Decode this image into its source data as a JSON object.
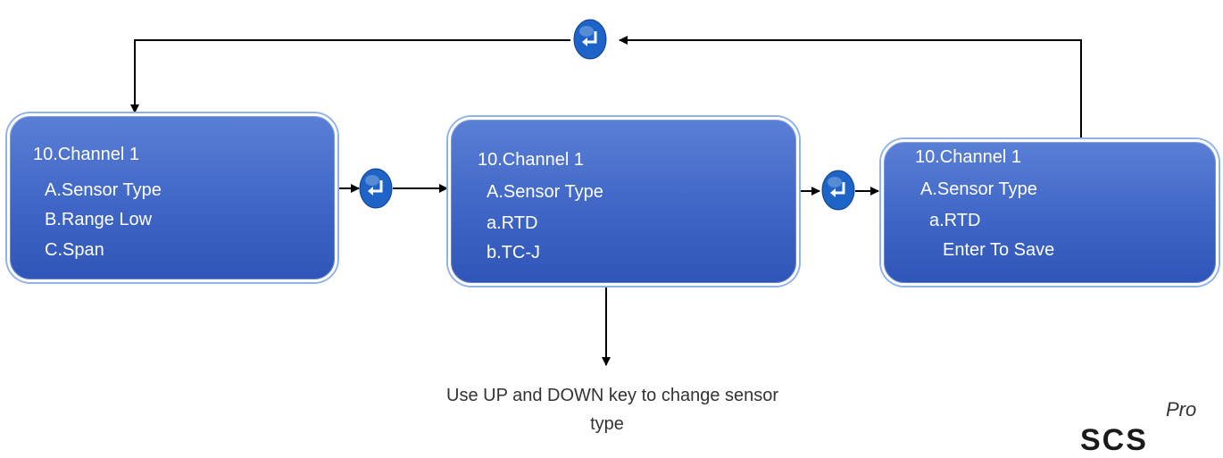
{
  "screens": [
    {
      "lines": [
        "10.Channel 1",
        "A.Sensor Type",
        "B.Range Low",
        "C.Span"
      ]
    },
    {
      "lines": [
        "10.Channel 1",
        "A.Sensor Type",
        "a.RTD",
        "b.TC-J"
      ]
    },
    {
      "lines": [
        "10.Channel 1",
        "A.Sensor Type",
        "a.RTD",
        "Enter To Save"
      ]
    }
  ],
  "caption": {
    "line1": "Use UP and DOWN key to change sensor",
    "line2": "type"
  },
  "logo": {
    "text": "SCS",
    "sup": "Pro"
  },
  "colors": {
    "box": "#3f66c6",
    "box_border": "#8fb3e8",
    "icon": "#1e64c8",
    "arrow": "#000000"
  },
  "icon_names": [
    "enter-key-icon"
  ]
}
